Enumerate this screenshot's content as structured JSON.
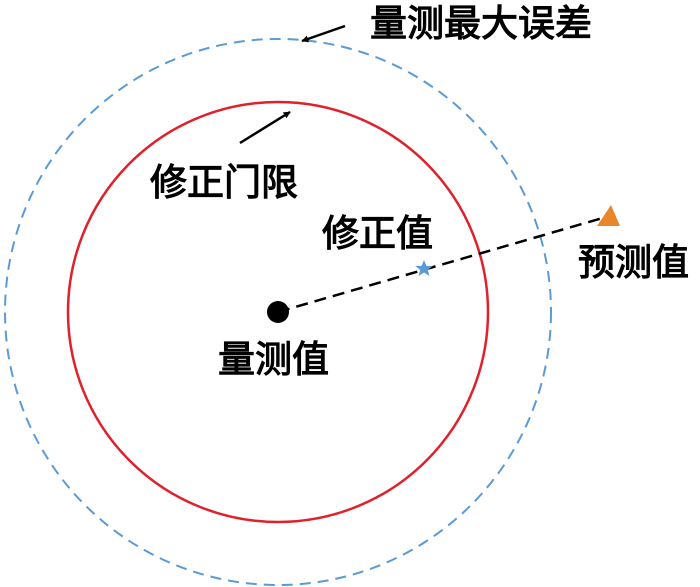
{
  "labels": {
    "measurement_max_error": "量测最大误差",
    "correction_threshold": "修正门限",
    "corrected_value": "修正值",
    "predicted_value": "预测值",
    "measured_value": "量测值"
  },
  "colors": {
    "outer_circle": "#5b9bd5",
    "inner_circle": "#e0202a",
    "measured_point": "#000000",
    "corrected_point": "#5b9bd5",
    "predicted_point": "#e8862a",
    "link_line": "#000000",
    "arrow": "#000000",
    "text": "#000000"
  },
  "icons": {
    "measured_point": "filled-circle-marker",
    "corrected_point": "star-marker",
    "predicted_point": "triangle-marker"
  }
}
